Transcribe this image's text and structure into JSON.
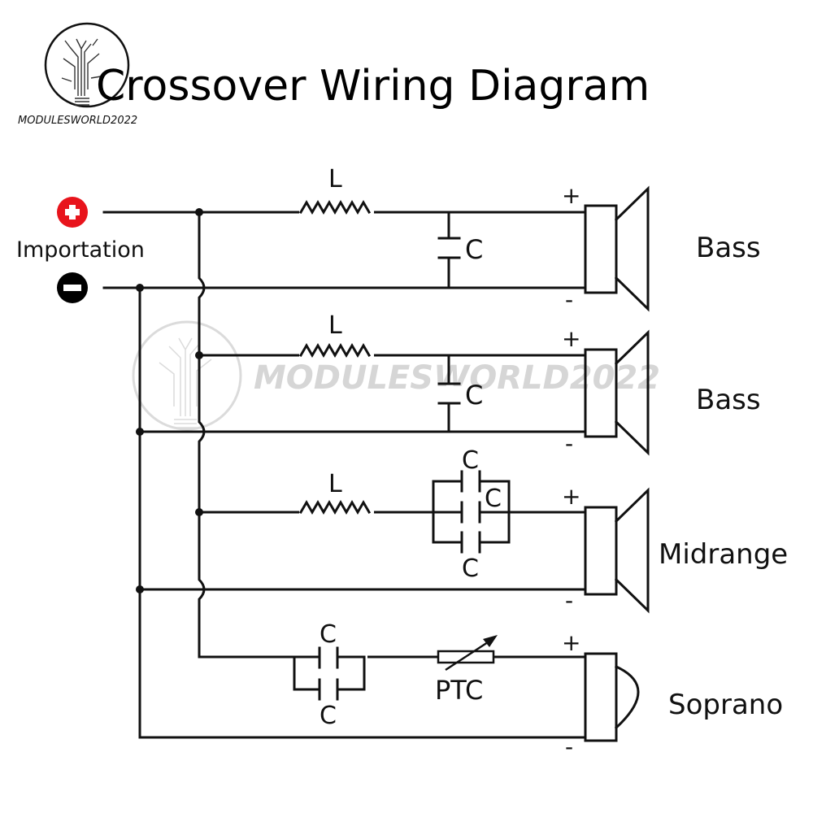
{
  "title": "Crossover Wiring Diagram",
  "brand": "MODULESWORLD2022",
  "watermark": "MODULESWORLD2022",
  "input": {
    "label": "Importation",
    "positive_icon": "plus-circle-icon",
    "negative_icon": "minus-circle-icon",
    "positive_color": "#e8141c",
    "negative_color": "#000000"
  },
  "channels": [
    {
      "speaker": "Bass",
      "components": [
        {
          "type": "inductor",
          "label": "L"
        },
        {
          "type": "capacitor",
          "label": "C",
          "placement": "shunt"
        }
      ],
      "plus": "+",
      "minus": "-"
    },
    {
      "speaker": "Bass",
      "components": [
        {
          "type": "inductor",
          "label": "L"
        },
        {
          "type": "capacitor",
          "label": "C",
          "placement": "shunt"
        }
      ],
      "plus": "+",
      "minus": "-"
    },
    {
      "speaker": "Midrange",
      "components": [
        {
          "type": "inductor",
          "label": "L"
        },
        {
          "type": "capacitor",
          "label": "C",
          "placement": "parallel"
        },
        {
          "type": "capacitor",
          "label": "C",
          "placement": "parallel"
        },
        {
          "type": "capacitor",
          "label": "C",
          "placement": "parallel"
        }
      ],
      "plus": "+",
      "minus": "-"
    },
    {
      "speaker": "Soprano",
      "components": [
        {
          "type": "capacitor",
          "label": "C",
          "placement": "parallel"
        },
        {
          "type": "capacitor",
          "label": "C",
          "placement": "parallel"
        },
        {
          "type": "ptc",
          "label": "PTC"
        }
      ],
      "plus": "+",
      "minus": "-"
    }
  ]
}
